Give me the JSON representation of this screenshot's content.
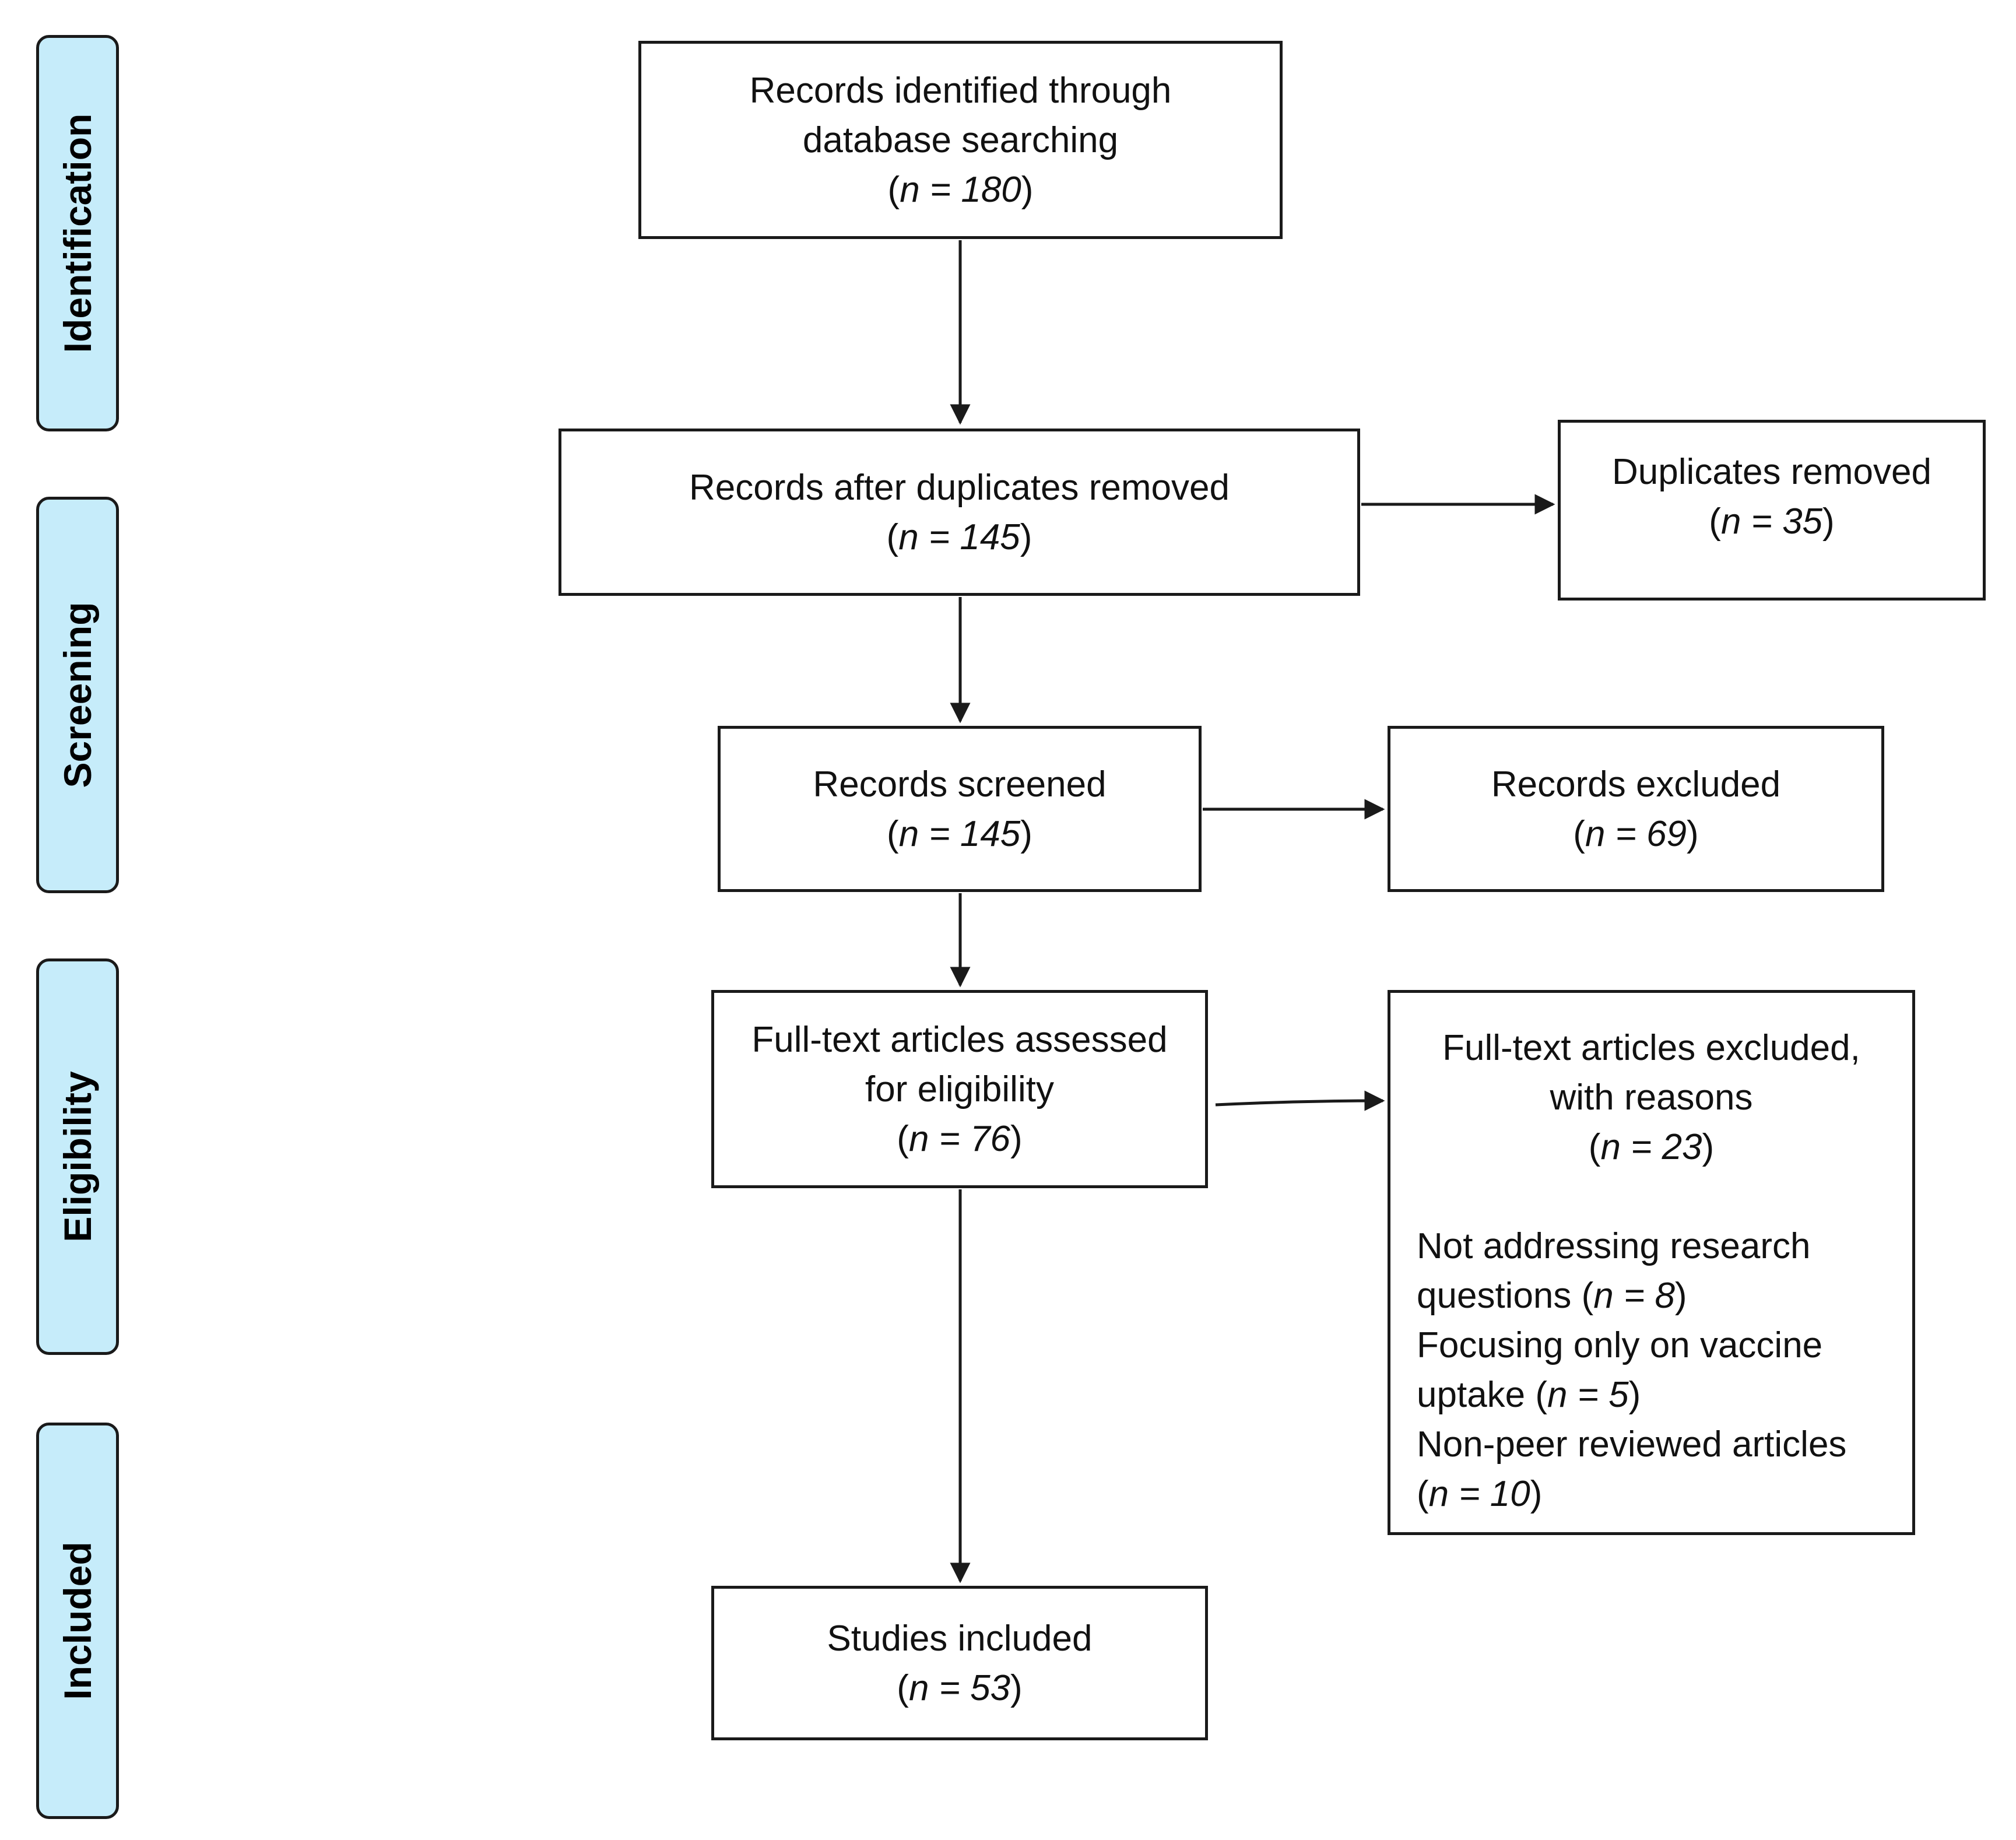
{
  "phases": [
    "Identification",
    "Screening",
    "Eligibility",
    "Included"
  ],
  "boxes": {
    "identified": {
      "lines": [
        "Records identified through",
        "database searching"
      ],
      "n": "180"
    },
    "after_duplicates": {
      "lines": [
        "Records after duplicates removed"
      ],
      "n": "145"
    },
    "duplicates_removed": {
      "lines": [
        "Duplicates removed"
      ],
      "n": "35"
    },
    "screened": {
      "lines": [
        "Records screened"
      ],
      "n": "145"
    },
    "excluded": {
      "lines": [
        "Records excluded"
      ],
      "n": "69"
    },
    "assessed": {
      "lines": [
        "Full-text articles assessed",
        "for eligibility"
      ],
      "n": "76"
    },
    "fulltext_excluded": {
      "lines": [
        "Full-text articles excluded,",
        "with reasons"
      ],
      "n": "23",
      "reasons": [
        {
          "text_before": "Not addressing research",
          "text_line2": "questions",
          "n": "8"
        },
        {
          "text_before": "Focusing only on vaccine",
          "text_line2": "uptake",
          "n": "5"
        },
        {
          "text_before": "Non-peer reviewed articles",
          "text_line2": "",
          "n": "10"
        }
      ]
    },
    "included": {
      "lines": [
        "Studies included"
      ],
      "n": "53"
    }
  },
  "n_prefix": "n = "
}
